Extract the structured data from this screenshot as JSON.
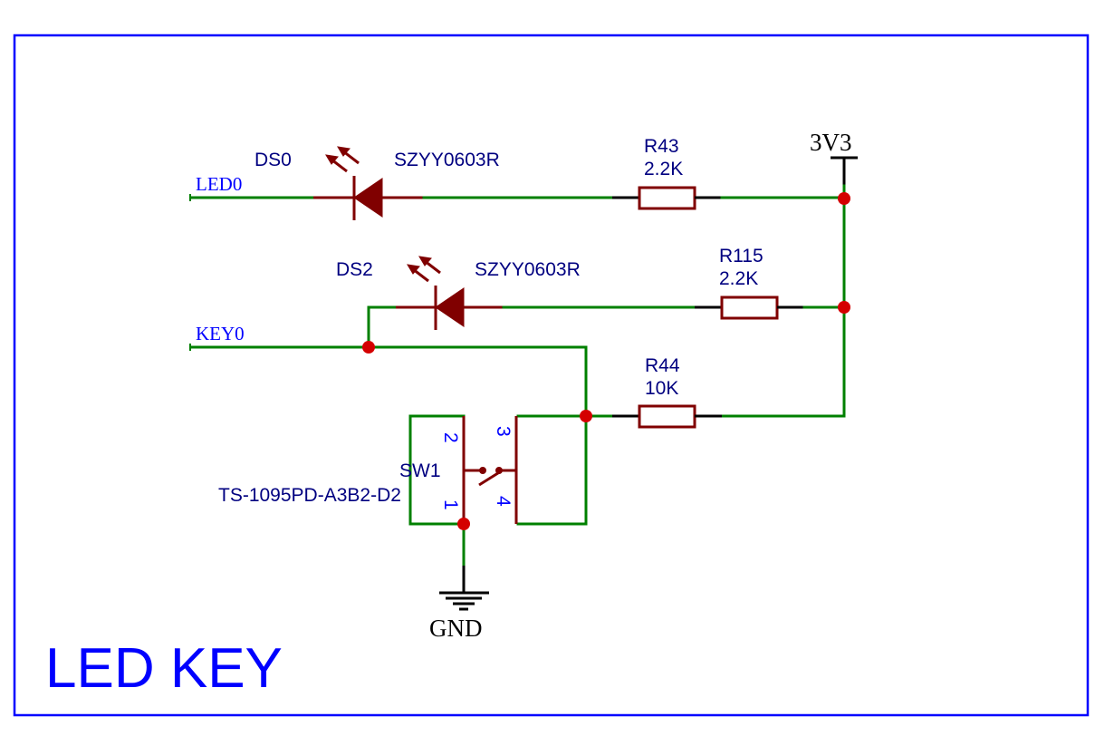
{
  "sheet": {
    "title": "LED KEY",
    "border_color": "#0000ff",
    "wire_color": "#008000",
    "component_color": "#800000",
    "junction_color": "#d40000",
    "text_color": "#000080"
  },
  "net_labels": {
    "led0": "LED0",
    "key0": "KEY0"
  },
  "power_ports": {
    "vcc": "3V3",
    "gnd": "GND"
  },
  "components": {
    "ds0": {
      "designator": "DS0",
      "value": "SZYY0603R",
      "type": "LED"
    },
    "ds2": {
      "designator": "DS2",
      "value": "SZYY0603R",
      "type": "LED"
    },
    "r43": {
      "designator": "R43",
      "value": "2.2K",
      "type": "resistor"
    },
    "r115": {
      "designator": "R115",
      "value": "2.2K",
      "type": "resistor"
    },
    "r44": {
      "designator": "R44",
      "value": "10K",
      "type": "resistor"
    },
    "sw1": {
      "designator": "SW1",
      "value": "TS-1095PD-A3B2-D2",
      "type": "push-button",
      "pins": [
        "1",
        "2",
        "3",
        "4"
      ]
    }
  }
}
